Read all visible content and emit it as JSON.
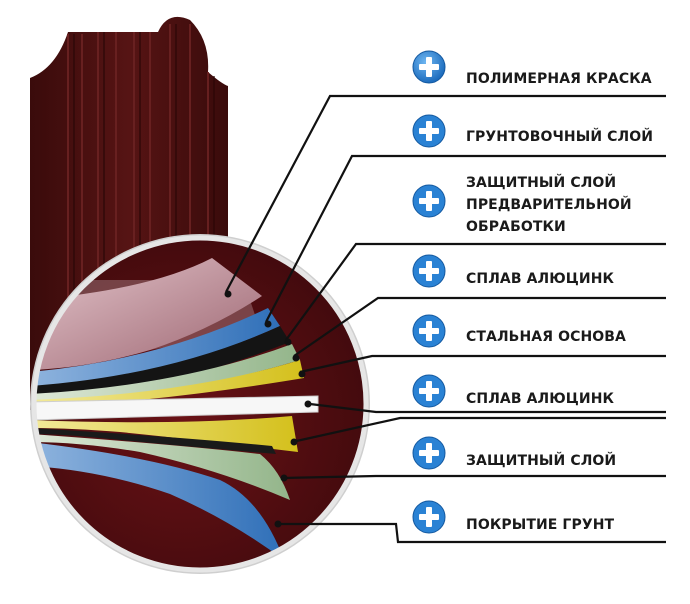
{
  "colors": {
    "panel": "#4a1010",
    "circle_fill": "#5a0f12",
    "circle_ring": "#d8d8d8",
    "leader_line": "#111111",
    "plus_blue": "#1f7fd0",
    "layer_pink": "#b98a93",
    "layer_blue": "#3a7dc4",
    "layer_black": "#111111",
    "layer_green": "#aac3a0",
    "layer_yellow": "#e2d33c",
    "layer_white": "#f4f4f4"
  },
  "layers": [
    {
      "id": "polymer-paint",
      "label": "ПОЛИМЕРНАЯ КРАСКА",
      "icon": "plus-icon"
    },
    {
      "id": "primer-layer",
      "label": "ГРУНТОВОЧНЫЙ СЛОЙ",
      "icon": "plus-icon"
    },
    {
      "id": "pretreatment-layer",
      "label": "ЗАЩИТНЫЙ СЛОЙ\nПРЕДВАРИТЕЛЬНОЙ\nОБРАБОТКИ",
      "icon": "plus-icon"
    },
    {
      "id": "aluzinc-top",
      "label": "СПЛАВ АЛЮЦИНК",
      "icon": "plus-icon"
    },
    {
      "id": "steel-base",
      "label": "СТАЛЬНАЯ ОСНОВА",
      "icon": "plus-icon"
    },
    {
      "id": "aluzinc-bottom",
      "label": "СПЛАВ АЛЮЦИНК",
      "icon": "plus-icon"
    },
    {
      "id": "protective-layer",
      "label": "ЗАЩИТНЫЙ СЛОЙ",
      "icon": "plus-icon"
    },
    {
      "id": "primer-coating",
      "label": "ПОКРЫТИЕ ГРУНТ",
      "icon": "plus-icon"
    }
  ]
}
